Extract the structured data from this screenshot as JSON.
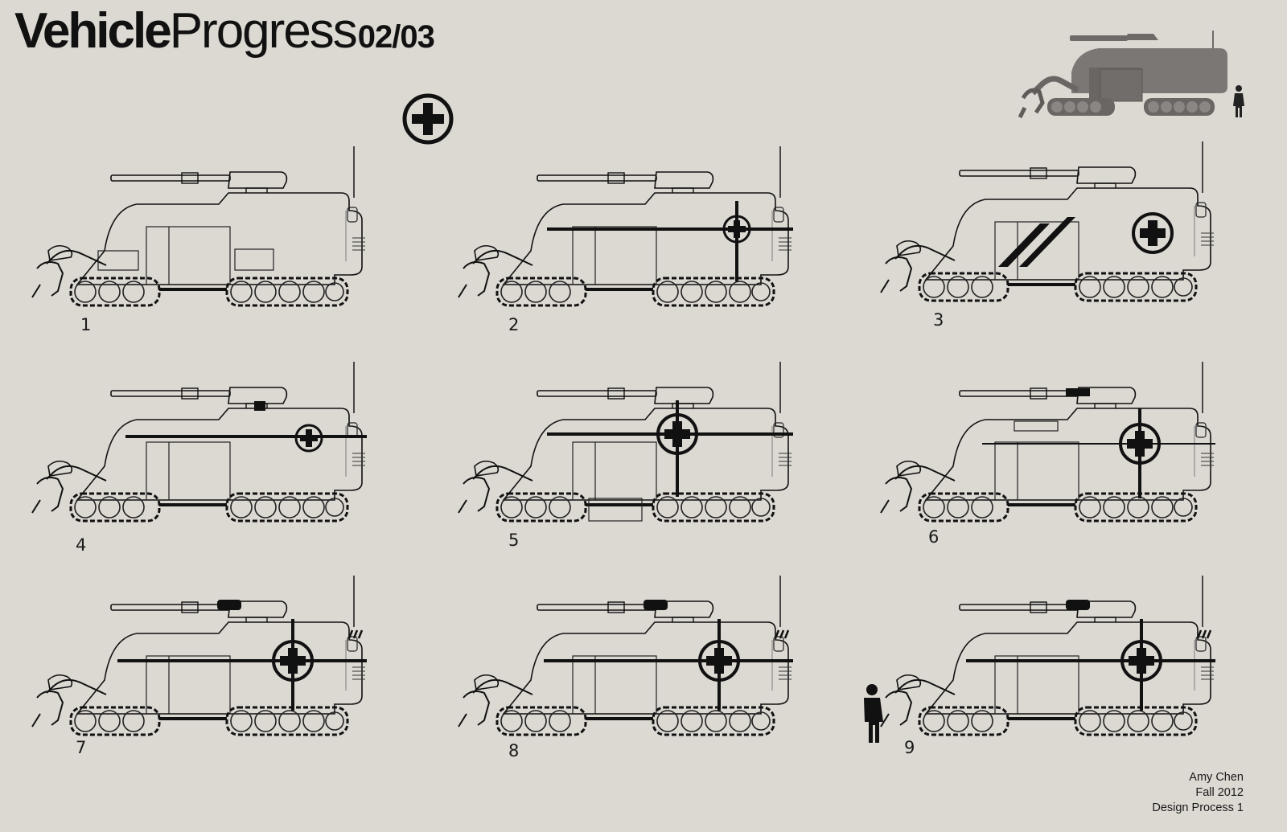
{
  "title": {
    "bold": "Vehicle",
    "light": "Progress",
    "number": "02/03"
  },
  "icons": {
    "emblem": "medical-cross-icon",
    "preview": "vehicle-render-preview",
    "figure": "human-scale-figure-icon"
  },
  "colors": {
    "background": "#dcd8d2",
    "ink": "#111111",
    "preview_fill": "#7b7775"
  },
  "iterations": [
    {
      "label": "1",
      "cross": "none"
    },
    {
      "label": "2",
      "cross": "small-lined"
    },
    {
      "label": "3",
      "cross": "circle",
      "stripes": true
    },
    {
      "label": "4",
      "cross": "small-lined"
    },
    {
      "label": "5",
      "cross": "large-lined"
    },
    {
      "label": "6",
      "cross": "large-lined"
    },
    {
      "label": "7",
      "cross": "large-lined"
    },
    {
      "label": "8",
      "cross": "large-lined"
    },
    {
      "label": "9",
      "cross": "large-lined",
      "figure": true
    }
  ],
  "credits": {
    "author": "Amy Chen",
    "term": "Fall 2012",
    "course": "Design Process 1"
  }
}
